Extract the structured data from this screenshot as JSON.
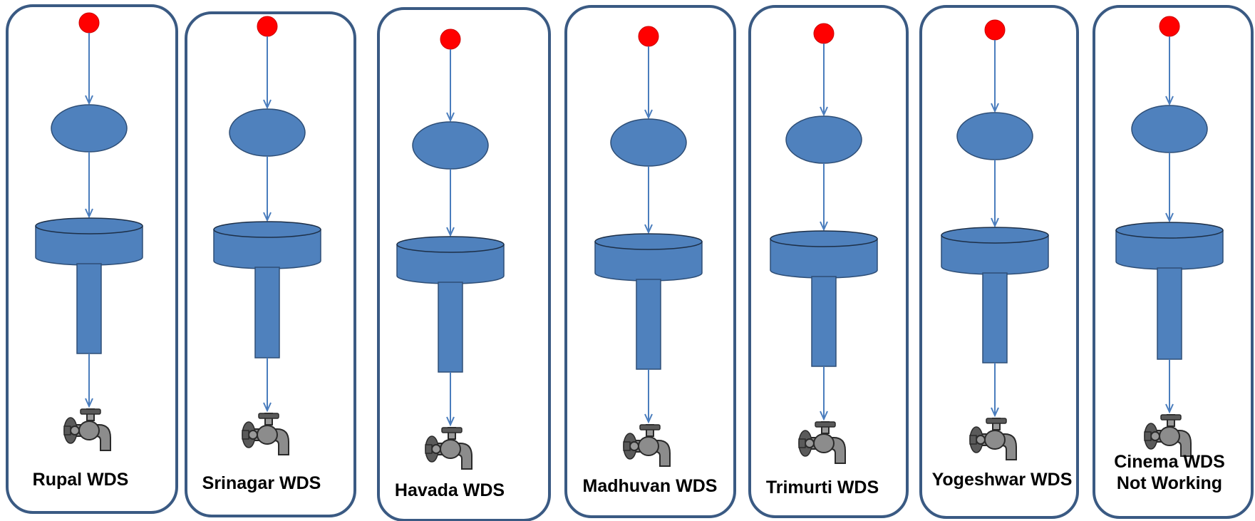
{
  "colors": {
    "frame": "#3a5a83",
    "source": "#ff0000",
    "shape": "#4f81bd",
    "arrow": "#4a7dbd",
    "tap": "#8c8c8c"
  },
  "icons": {
    "source": "red-dot-icon",
    "node": "ellipse-icon",
    "tank": "water-tower-icon",
    "outlet": "water-tap-icon"
  },
  "panels": [
    {
      "id": "rupal",
      "label_lines": [
        "Rupal WDS"
      ]
    },
    {
      "id": "srinagar",
      "label_lines": [
        "Srinagar WDS"
      ]
    },
    {
      "id": "havada",
      "label_lines": [
        "Havada WDS"
      ]
    },
    {
      "id": "madhuvan",
      "label_lines": [
        "Madhuvan WDS"
      ]
    },
    {
      "id": "trimurti",
      "label_lines": [
        "Trimurti WDS"
      ]
    },
    {
      "id": "yogeshwar",
      "label_lines": [
        "Yogeshwar WDS"
      ]
    },
    {
      "id": "cinema",
      "label_lines": [
        "Cinema WDS",
        "Not Working"
      ]
    }
  ]
}
